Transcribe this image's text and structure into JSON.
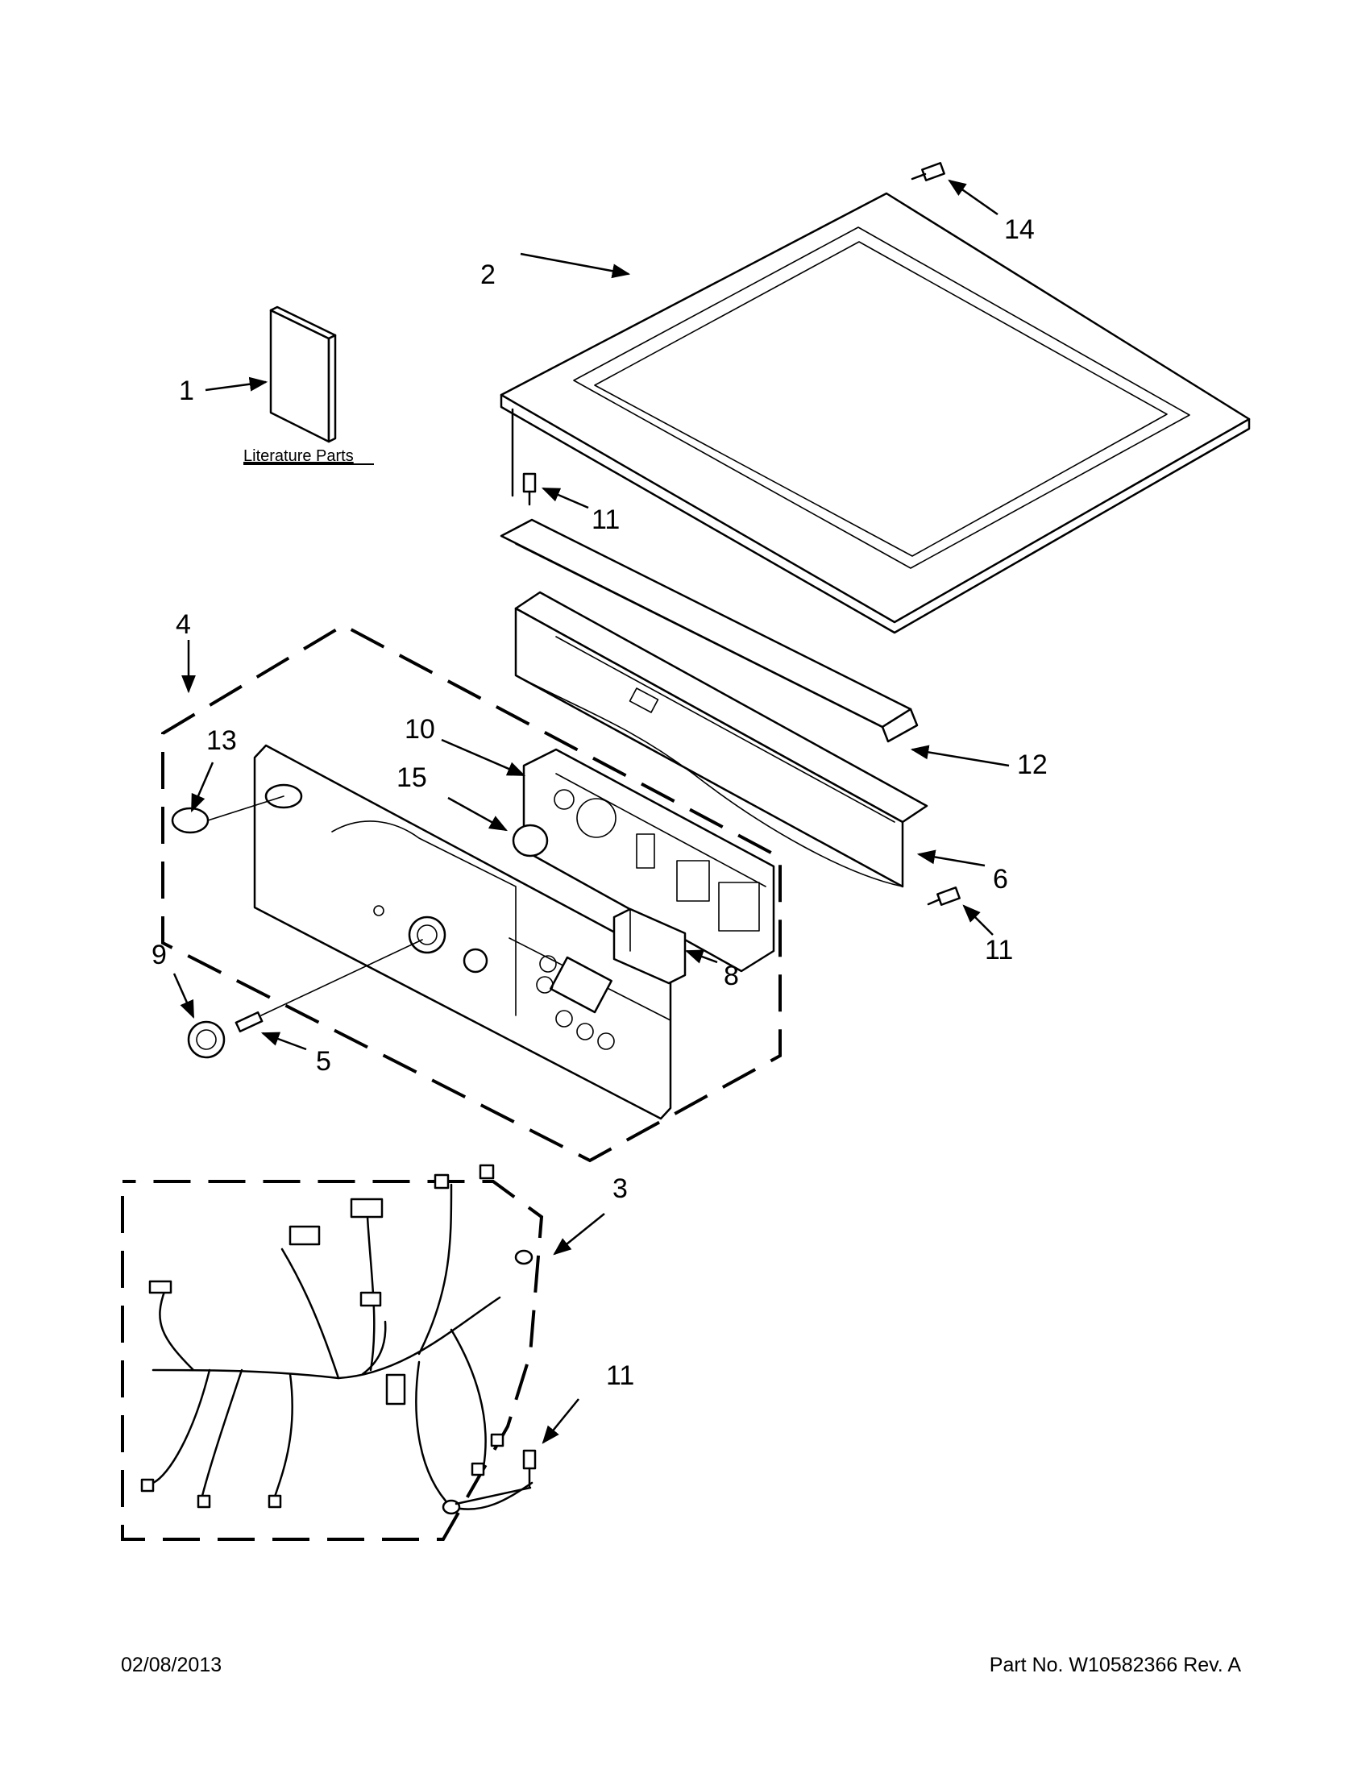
{
  "callouts": {
    "c1": "1",
    "c2": "2",
    "c3": "3",
    "c4": "4",
    "c5": "5",
    "c6": "6",
    "c8": "8",
    "c9": "9",
    "c10": "10",
    "c11a": "11",
    "c11b": "11",
    "c11c": "11",
    "c12": "12",
    "c13": "13",
    "c14": "14",
    "c15": "15"
  },
  "literature_label": "Literature Parts",
  "footer": {
    "date": "02/08/2013",
    "part_number": "Part No.  W10582366  Rev.  A"
  }
}
